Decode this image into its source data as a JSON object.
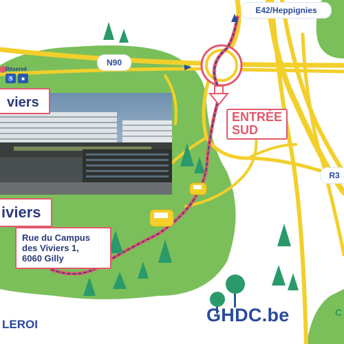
{
  "map": {
    "campus_title": "viers",
    "viviers_label": "iviers",
    "address_line1": "Rue du Campus",
    "address_line2": "des Viviers 1,",
    "address_line3": "6060 Gilly",
    "entrance_line1": "ENTRÉE",
    "entrance_line2": "SUD",
    "road_n90": "N90",
    "road_e42": "E42/Heppignies",
    "road_r3": "R3",
    "reserved_label": "Réservé",
    "website": "GHDC.be",
    "partial_logo": "LEROI",
    "corner_letter": "C"
  },
  "colors": {
    "green_area": "#7bbf5a",
    "road_yellow": "#f3cf2c",
    "route_pink": "#e05a6d",
    "accent_blue": "#2a4a9a",
    "tree_green": "#2a9a6a"
  },
  "icons": [
    "reserved-parking-icon",
    "reserved-van-icon",
    "taxi-icon",
    "tree-icon",
    "roundabout-icon",
    "arrow-icon"
  ]
}
